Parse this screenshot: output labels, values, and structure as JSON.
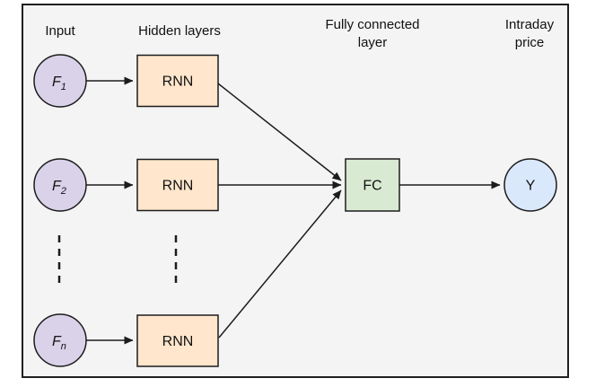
{
  "figure": {
    "canvas_fill": "#f4f4f4",
    "stroke_color": "#1c1c1c",
    "headers": {
      "input": "Input",
      "hidden": "Hidden layers",
      "fc_line1": "Fully connected",
      "fc_line2": "layer",
      "output_line1": "Intraday",
      "output_line2": "price"
    },
    "nodes": {
      "inputs": [
        {
          "label": "F",
          "sub": "1",
          "fill": "#d9d2e9"
        },
        {
          "label": "F",
          "sub": "2",
          "fill": "#d9d2e9"
        },
        {
          "label": "F",
          "sub": "n",
          "fill": "#d9d2e9"
        }
      ],
      "rnn": [
        {
          "label": "RNN",
          "fill": "#ffe6cc"
        },
        {
          "label": "RNN",
          "fill": "#ffe6cc"
        },
        {
          "label": "RNN",
          "fill": "#ffe6cc"
        }
      ],
      "fc": {
        "label": "FC",
        "fill": "#d9ead3"
      },
      "output": {
        "label": "Y",
        "fill": "#dae8fc"
      }
    }
  }
}
